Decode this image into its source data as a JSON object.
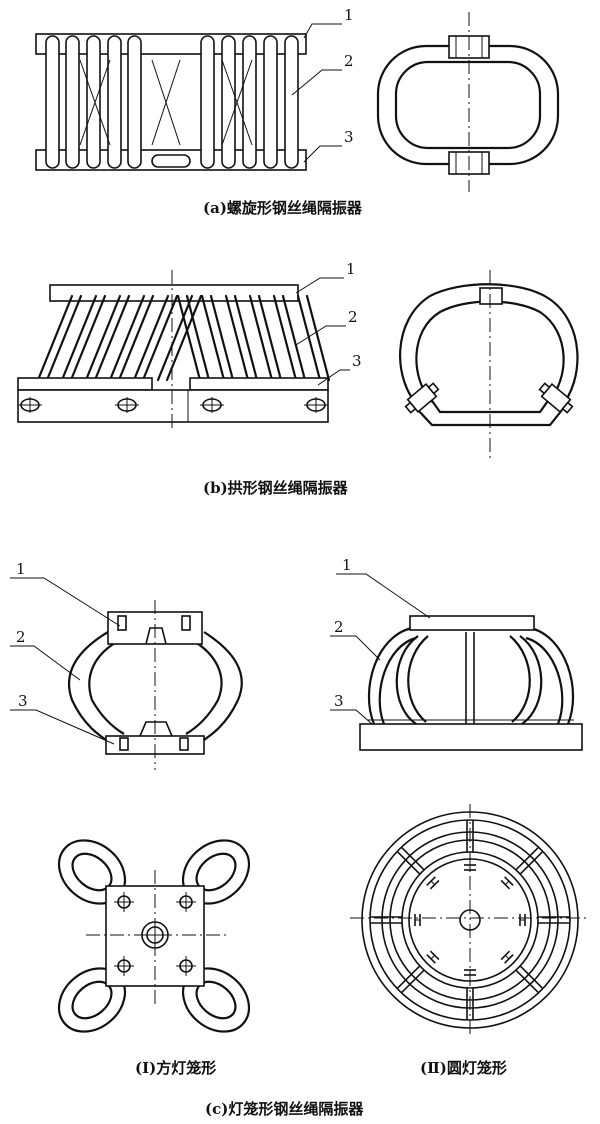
{
  "figure": {
    "a": {
      "caption": "(a)螺旋形钢丝绳隔振器",
      "callouts": [
        "1",
        "2",
        "3"
      ]
    },
    "b": {
      "caption": "(b)拱形钢丝绳隔振器",
      "callouts": [
        "1",
        "2",
        "3"
      ]
    },
    "c": {
      "caption": "(c)灯笼形钢丝绳隔振器",
      "callouts_left": [
        "1",
        "2",
        "3"
      ],
      "callouts_right": [
        "1",
        "2",
        "3"
      ],
      "sub1": "(Ⅰ)方灯笼形",
      "sub2": "(Ⅱ)圆灯笼形"
    }
  }
}
